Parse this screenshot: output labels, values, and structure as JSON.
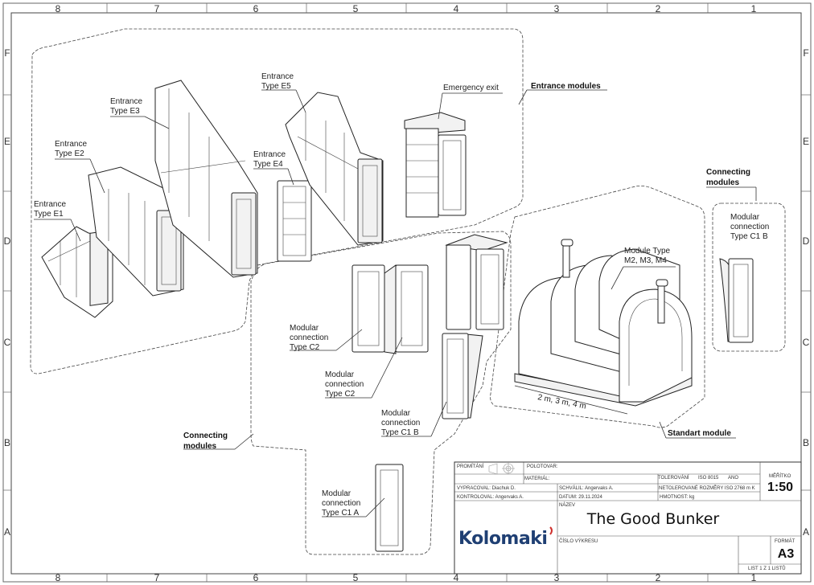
{
  "frame": {
    "columns": [
      "8",
      "7",
      "6",
      "5",
      "4",
      "3",
      "2",
      "1"
    ],
    "rows": [
      "F",
      "E",
      "D",
      "C",
      "B",
      "A"
    ]
  },
  "groups": {
    "entrance_modules": "Entrance modules",
    "connecting_modules_left": [
      "Connecting",
      "modules"
    ],
    "connecting_modules_right": [
      "Connecting",
      "modules"
    ],
    "standart_module": "Standart module"
  },
  "labels": {
    "e1": [
      "Entrance",
      "Type E1"
    ],
    "e2": [
      "Entrance",
      "Type E2"
    ],
    "e3": [
      "Entrance",
      "Type E3"
    ],
    "e4": [
      "Entrance",
      "Type E4"
    ],
    "e5": [
      "Entrance",
      "Type E5"
    ],
    "emergency": "Emergency exit",
    "c2a": [
      "Modular",
      "connection",
      "Type C2"
    ],
    "c2b": [
      "Modular",
      "connection",
      "Type C2"
    ],
    "c1b": [
      "Modular",
      "connection",
      "Type C1 B"
    ],
    "c1b_right": [
      "Modular",
      "connection",
      "Type C1 B"
    ],
    "c1a": [
      "Modular",
      "connection",
      "Type C1 A"
    ],
    "module_type": [
      "Module Type",
      "M2, M3, M4"
    ],
    "dimension": "2 m, 3 m, 4 m"
  },
  "title_block": {
    "promitani": "PROMÍTÁNÍ",
    "polotovar": "POLOTOVAR:",
    "material": "MATERIÁL:",
    "tolerovani": "TOLEROVÁNÍ",
    "tolerovani_std": "ISO 8015",
    "tolerovani_val": "ANO",
    "netolerovane": "NETOLEROVANÉ ROZMĚRY ISO 2768 m K",
    "hmotnost": "HMOTNOST: kg",
    "vypracoval": "VYPRACOVAL: Diachuk D.",
    "kontroloval": "KONTROLOVAL: Angervaks A.",
    "schvalil": "SCHVÁLIL: Angervaks A.",
    "datum": "DATUM: 29.11.2024",
    "meritko_label": "MĚŘÍTKO",
    "meritko": "1:50",
    "nazev_label": "NÁZEV",
    "nazev": "The Good Bunker",
    "cislo_label": "ČÍSLO VÝKRESU",
    "format_label": "FORMÁT",
    "format": "A3",
    "list": "LIST 1 Z 1 LISTŮ",
    "logo": "Kolomaki",
    "logo_color": "#1f3f73",
    "logo_accent": "#d0312d"
  }
}
